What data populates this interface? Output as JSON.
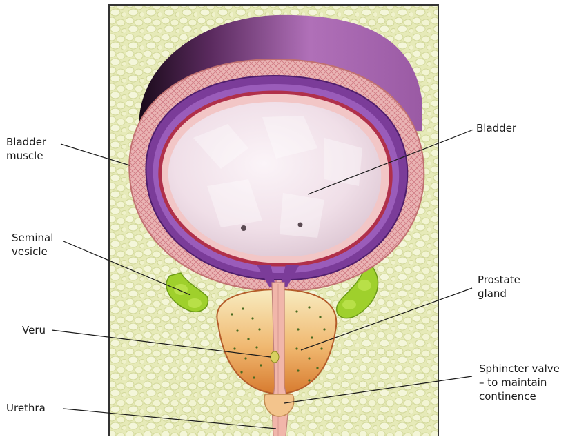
{
  "labels": {
    "bladder_muscle": "Bladder\nmuscle",
    "bladder": "Bladder",
    "seminal_vesicle": "Seminal\nvesicle",
    "prostate_gland": "Prostate\ngland",
    "veru": "Veru",
    "sphincter_valve": "Sphincter valve\n– to maintain\ncontinence",
    "urethra": "Urethra"
  },
  "colors": {
    "background_tissue": "#e8ecc0",
    "bladder_wall": "#e6a6a6",
    "muscle_band": "#7a3a98",
    "mucosa_line": "#b0304a",
    "lumen": "#f2e4ec",
    "prostate_top": "#f6e2a8",
    "prostate_bottom": "#e08a3c",
    "seminal_vesicle": "#9acb2a",
    "urethra": "#f0b4a8",
    "frame": "#333333"
  }
}
